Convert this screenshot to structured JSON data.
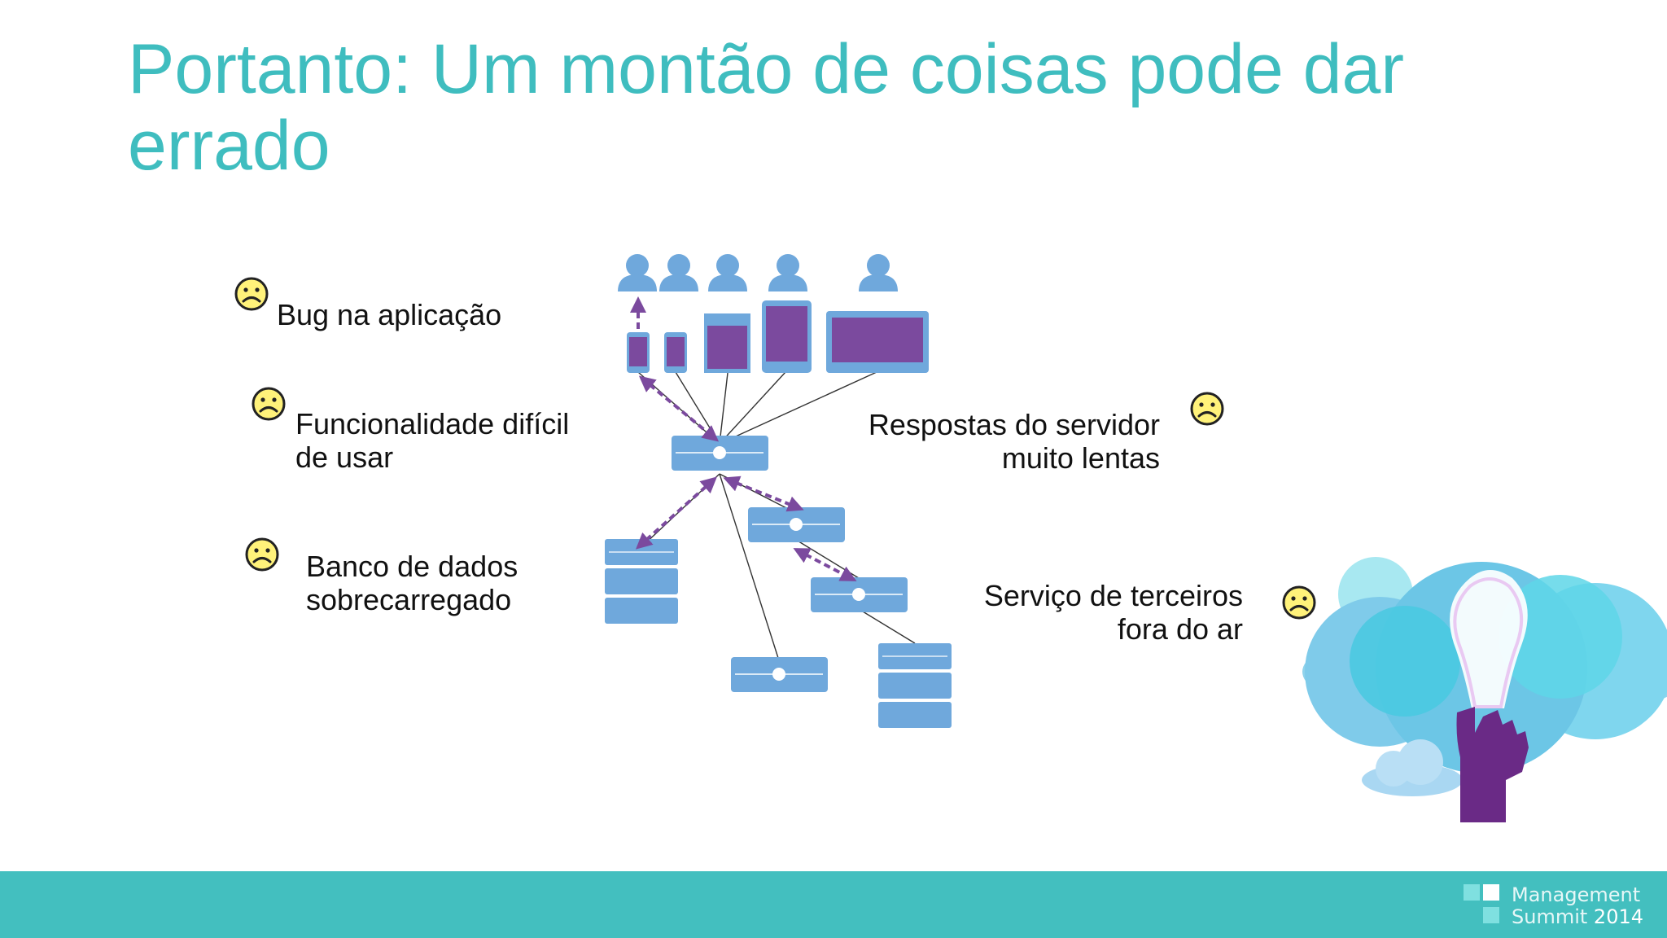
{
  "slide": {
    "title": "Portanto: Um montão de coisas pode dar errado"
  },
  "issues": [
    {
      "lines": [
        "Bug na aplicação"
      ],
      "icon": "sad-face-icon"
    },
    {
      "lines": [
        "Funcionalidade difícil",
        "de usar"
      ],
      "icon": "sad-face-icon"
    },
    {
      "lines": [
        "Banco de dados",
        "sobrecarregado"
      ],
      "icon": "sad-face-icon"
    },
    {
      "lines": [
        "Respostas do servidor",
        "muito lentas"
      ],
      "icon": "sad-face-icon"
    },
    {
      "lines": [
        "Serviço de terceiros",
        "fora do ar"
      ],
      "icon": "sad-face-icon"
    }
  ],
  "footer": {
    "brand": "Management",
    "sub": "Summit",
    "year": "2014"
  },
  "colors": {
    "title": "#3fbdbf",
    "footer_bar": "#43bfbf",
    "node_blue": "#6fa8dc",
    "device_purple": "#7b4a9e",
    "arrow_purple": "#7b4a9e",
    "face_yellow": "#fff27a"
  }
}
